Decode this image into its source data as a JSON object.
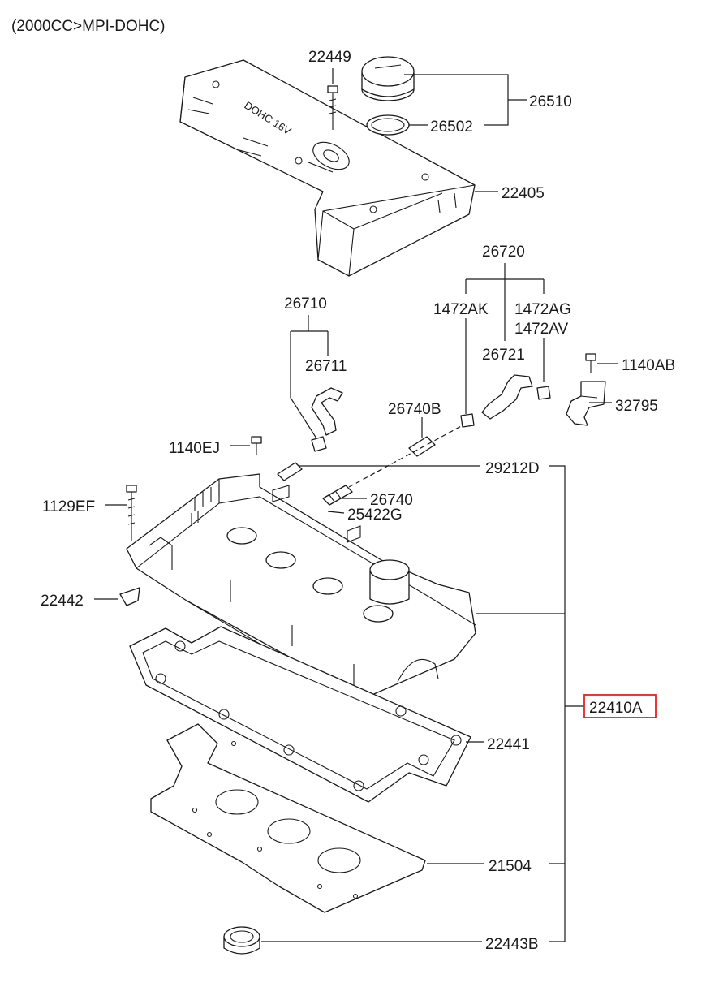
{
  "header": "(2000CC>MPI-DOHC)",
  "cover_text": "DOHC 16V",
  "highlight_color": "#e8201e",
  "highlighted_part": "22410A",
  "labels": {
    "p22449": "22449",
    "p26510": "26510",
    "p26502": "26502",
    "p22405": "22405",
    "p26720": "26720",
    "p26710": "26710",
    "p1472AK": "1472AK",
    "p1472AG": "1472AG",
    "p1472AV": "1472AV",
    "p26711": "26711",
    "p26721": "26721",
    "p1140AB": "1140AB",
    "p32795": "32795",
    "p26740B": "26740B",
    "p1140EJ": "1140EJ",
    "p29212D": "29212D",
    "p1129EF": "1129EF",
    "p26740": "26740",
    "p25422G": "25422G",
    "p22442": "22442",
    "p22410A": "22410A",
    "p22441": "22441",
    "p21504": "21504",
    "p22443B": "22443B"
  }
}
